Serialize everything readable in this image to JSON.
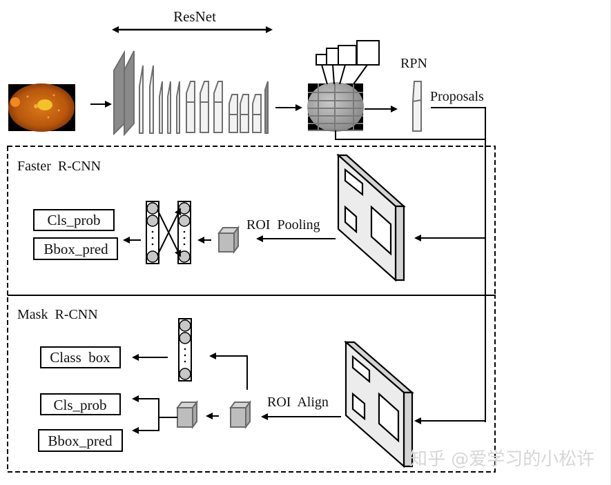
{
  "labels": {
    "resnet": "ResNet",
    "rpn": "RPN",
    "proposals": "Proposals",
    "faster_rcnn": "Faster  R-CNN",
    "mask_rcnn": "Mask  R-CNN",
    "roi_pooling": "ROI  Pooling",
    "roi_align": "ROI  Align"
  },
  "faster_outputs": [
    "Cls_prob",
    "Bbox_pred"
  ],
  "mask_outputs": {
    "class_box": "Class  box",
    "cls_prob": "Cls_prob",
    "bbox_pred": "Bbox_pred"
  },
  "watermark": "知乎 @爱学习的小松许",
  "colors": {
    "stroke": "#000000",
    "layer_dark": "#8a8a8a",
    "layer_light": "#f2f2f2",
    "layer_edge": "#6e6e6e",
    "cube_front": "#bdbdbd",
    "cube_side": "#a9a9a9",
    "panel_face": "#ececec",
    "panel_side": "#d4d4d4",
    "neuron": "#c8c8c8",
    "retina": "#c8640f"
  }
}
